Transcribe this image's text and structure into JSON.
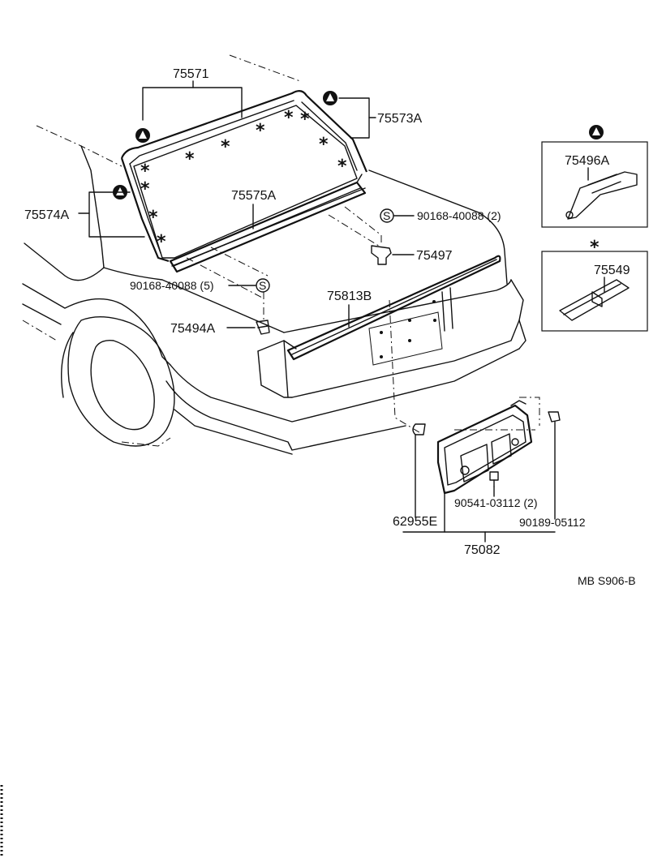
{
  "parts": {
    "p75571": "75571",
    "p75573A": "75573A",
    "p75496A": "75496A",
    "p75574A": "75574A",
    "p75575A": "75575A",
    "p90168_2": "90168-40088 (2)",
    "p75497": "75497",
    "p75549": "75549",
    "p90168_5": "90168-40088 (5)",
    "p75813B": "75813B",
    "p75494A": "75494A",
    "p90541": "90541-03112 (2)",
    "p62955E": "62955E",
    "p90189": "90189-05112",
    "p75082": "75082"
  },
  "symbols": {
    "s_mark": "S",
    "asterisk": "*"
  },
  "diagram_code": "MB  S906-B"
}
